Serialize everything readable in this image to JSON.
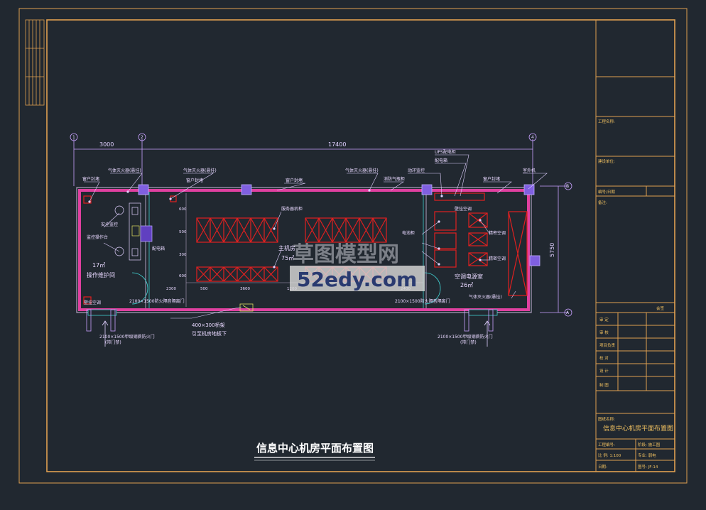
{
  "drawing": {
    "title": "信息中心机房平面布置图",
    "dimensions": {
      "left_span": "3000",
      "main_span": "17400",
      "height_span": "5750"
    },
    "axes": {
      "a1": "1",
      "a2": "2",
      "a3": "4",
      "b1": "A",
      "b2": "B"
    },
    "rooms": {
      "left_room_area": "17㎡",
      "left_room_name": "操作维护间",
      "main_room_name": "主机房",
      "main_room_area": "75㎡",
      "right_room_name": "空调电源室",
      "right_room_area": "26㎡"
    },
    "labels": {
      "window_seal_1": "窗户封堵",
      "window_seal_2": "窗户封堵",
      "window_seal_3": "窗户封堵",
      "window_seal_4": "窗户封堵",
      "gas_ext_1": "气体灭火器(悬挂)",
      "gas_ext_2": "气体灭火器(悬挂)",
      "gas_ext_3": "气体灭火器(悬挂)",
      "gas_ext_4": "气体灭火器(悬挂)",
      "server_cabinet": "服务器机柜",
      "fire_cabinet": "消防气瓶柜",
      "ac_cabinet_1": "精密空调",
      "ac_cabinet_2": "精密空调",
      "ups": "UPS配电柜",
      "battery": "电池柜",
      "env_monitor": "动环监控",
      "wall_ac": "壁挂空调",
      "door_1": "2100×1500防火隔音隔离门",
      "door_2": "2100×1500防火隔音隔离门",
      "door_3": "2100×1500甲级钢质防火门",
      "door_4": "2100×1500甲级钢质防火门",
      "door_sub_1": "(带门禁)",
      "door_sub_2": "(带门禁)",
      "cable_tray_1": "400×300桥架",
      "cable_tray_2": "引至机房地板下",
      "monitor_desk": "监控操作台",
      "security": "安全监控",
      "dist_box": "配电箱",
      "ac_outdoor": "室外机",
      "inner_dims": [
        "2300",
        "500",
        "3600",
        "1200",
        "2400",
        "600",
        "500",
        "300",
        "600"
      ]
    },
    "watermark": {
      "line1": "草图模型网",
      "line2": "52edy.com"
    }
  },
  "title_block": {
    "header": "会签",
    "project_label": "工程名称:",
    "unit_label": "建设单位:",
    "stage_label": "编号/日期",
    "note_label": "备注:",
    "sign_rows": [
      "审 定",
      "审 核",
      "项目负责",
      "校 对",
      "设 计",
      "制 图"
    ],
    "drawing_name_label": "图纸名称:",
    "drawing_name": "信息中心机房平面布置图",
    "bottom": [
      "工程编号:",
      "阶段: 施工图",
      "比 例: 1:100",
      "专业: 弱电",
      "日期: ",
      "图号: JF-14"
    ]
  }
}
